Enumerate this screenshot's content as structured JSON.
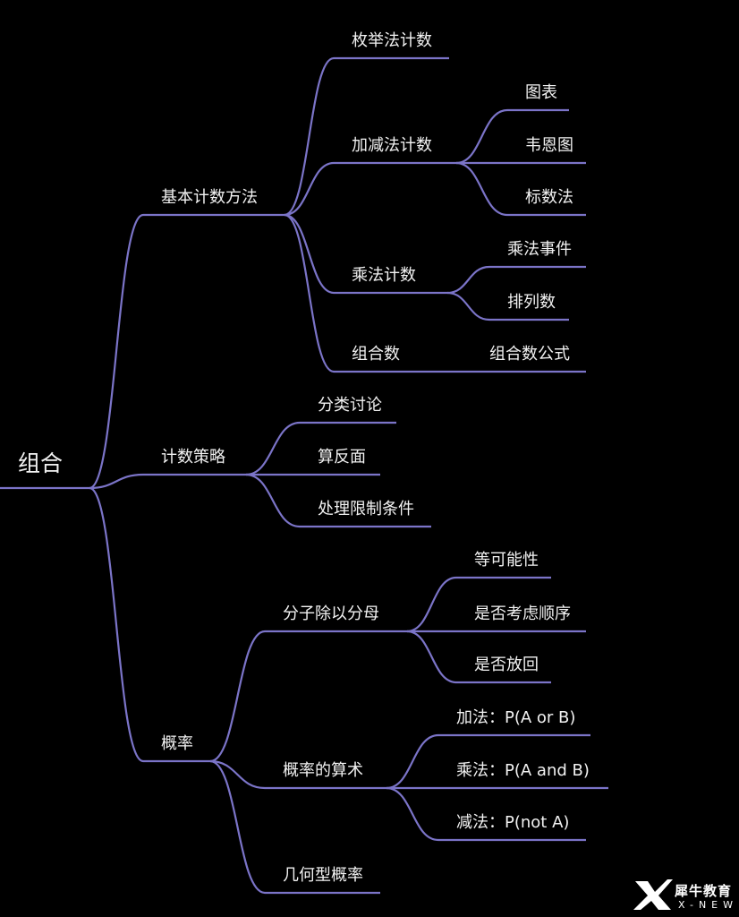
{
  "root": "组合",
  "colors": {
    "edge": "#7b74c8",
    "text": "#f2f2f2",
    "background": "#000000"
  },
  "nodes": {
    "basic": "基本计数方法",
    "enum": "枚举法计数",
    "addsub": "加减法计数",
    "chart": "图表",
    "venn": "韦恩图",
    "marknum": "标数法",
    "mult": "乘法计数",
    "multevent": "乘法事件",
    "perm": "排列数",
    "comb": "组合数",
    "combformula": "组合数公式",
    "strategy": "计数策略",
    "cases": "分类讨论",
    "complement": "算反面",
    "restrict": "处理限制条件",
    "prob": "概率",
    "ratio": "分子除以分母",
    "equallikely": "等可能性",
    "order": "是否考虑顺序",
    "replace": "是否放回",
    "arith": "概率的算术",
    "addrule": "加法：P(A or B)",
    "multrule": "乘法：P(A and B)",
    "subrule": "减法：P(not A)",
    "geom": "几何型概率"
  },
  "logo": {
    "cn": "犀牛教育",
    "en": "X-NEW"
  }
}
